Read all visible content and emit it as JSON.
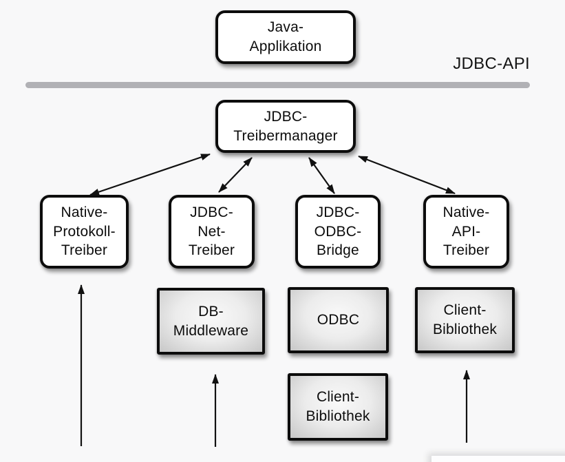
{
  "diagram": {
    "api_label": "JDBC-API",
    "colors": {
      "background": "#f8f8f9",
      "box_fill": "#ffffff",
      "box_border": "#0c0c0c",
      "gray_box_center": "#f9f9f9",
      "gray_box_edge": "#c7c7c7",
      "divider_line": "#b1b1b5",
      "arrow": "#111111"
    },
    "nodes": {
      "java_app": "Java-\nApplikation",
      "treibermanager": "JDBC-\nTreibermanager",
      "native_protokoll": "Native-\nProtokoll-\nTreiber",
      "jdbc_net": "JDBC-\nNet-\nTreiber",
      "jdbc_odbc": "JDBC-\nODBC-\nBridge",
      "native_api": "Native-\nAPI-\nTreiber",
      "db_middleware": "DB-\nMiddleware",
      "odbc": "ODBC",
      "client_bibliothek_mitte": "Client-\nBibliothek",
      "client_bibliothek_rechts": "Client-\nBibliothek"
    }
  }
}
